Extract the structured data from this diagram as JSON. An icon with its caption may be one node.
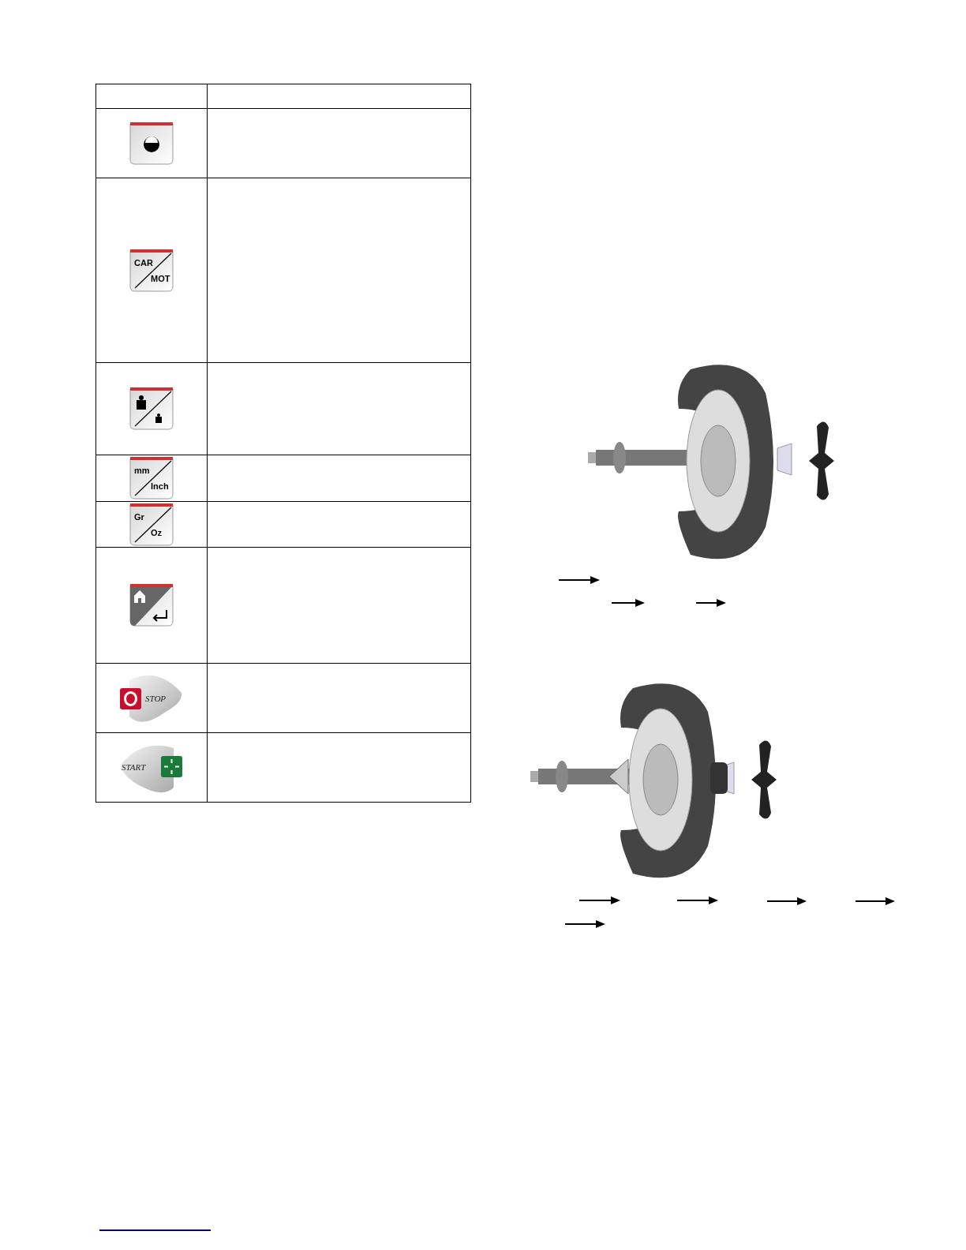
{
  "diagram": {
    "labels": [
      "CAR",
      "MOT",
      "mm",
      "Inch",
      "Gr",
      "Oz",
      "STOP",
      "START"
    ]
  }
}
